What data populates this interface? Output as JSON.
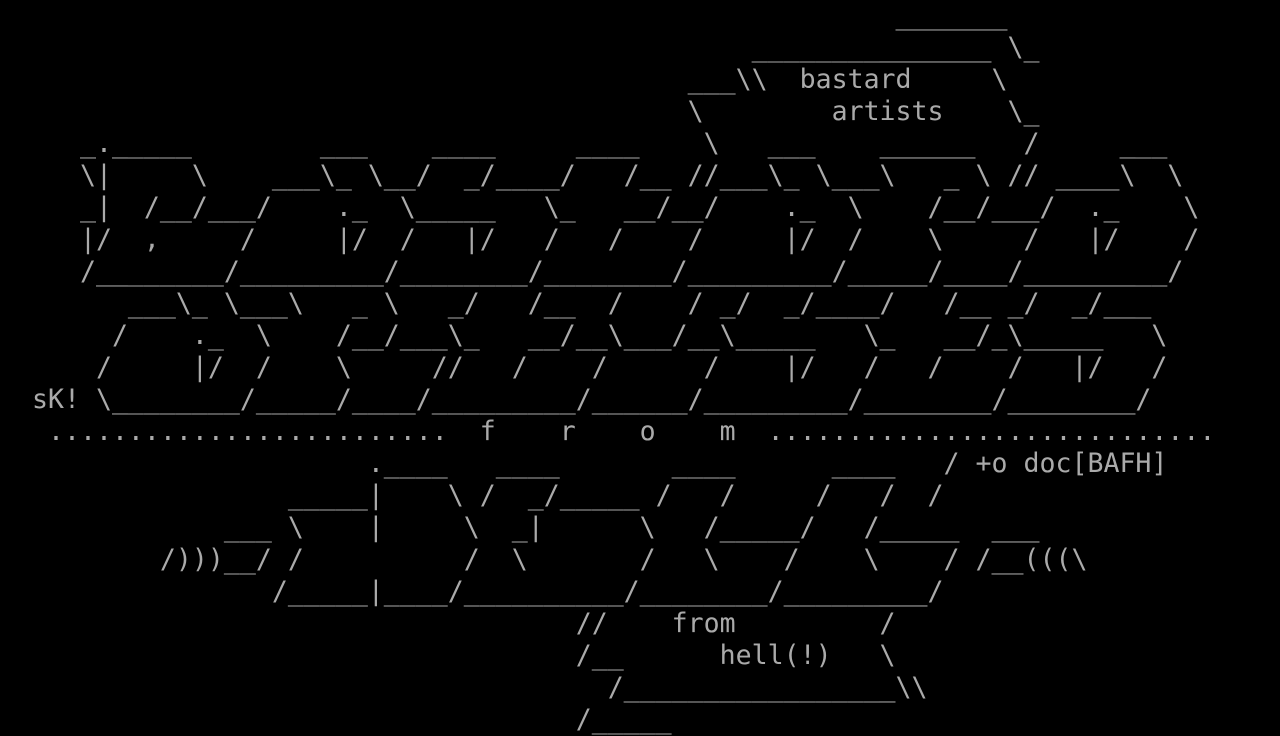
{
  "text_color": "#aaaaaa",
  "background_color": "#000000",
  "lines": [
    "                                                        _______",
    "                                               _______________ \\_",
    "                                           ___\\\\  bastard     \\",
    "                                           \\        artists    \\_",
    "     _._____        ___    ____     ____    \\   ___    ______   /     ___",
    "     \\|     \\    ___\\_ \\__/  _/____/   /__ //___\\_ \\___\\   _ \\ // ____\\  \\",
    "     _|  /__/___/    ._  \\_____   \\_   __/__/    ._  \\    /__/___/  ._    \\",
    "     |/  ,     /     |/  /   |/   /   /    /     |/  /    \\     /   |/    /",
    "     /________/_________/________/________/_________/_____/____/_________/",
    "        ___\\_ \\___\\   _ \\   _/   /__  /    / _/  _/____/   /__ _/  _/___",
    "       /    ._  \\    /__/___\\_   __/__\\___/__\\_____   \\_   __/_\\_____   \\",
    "      /     |/  /    \\     //   /    /      /    |/   /   /    /   |/   /",
    "  sK! \\________/_____/____/_________/______/_________/________/________/",
    "   .........................  f    r    o    m  ............................",
    "                       .____   ____       ____      ____   / +o doc[BAFH]",
    "                  _____|    \\ /  _/_____ /   /     /   /  /",
    "              ___ \\    |     \\  _|      \\   /_____/   /_____  ___",
    "          /)))__/ /          /  \\       /   \\    /    \\    / /__(((\\",
    "                 /_____|____/__________/________/_________/",
    "                                    //    from         /",
    "                                    /__      hell(!)   \\",
    "                                      /_________________\\\\",
    "                                    /_____"
  ]
}
